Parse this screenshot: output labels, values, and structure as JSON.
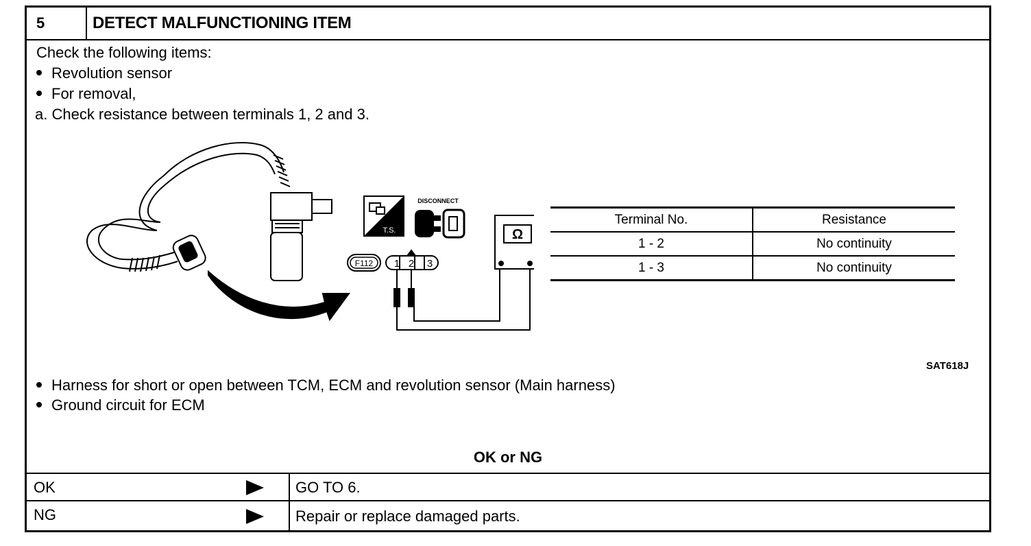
{
  "step": {
    "number": "5",
    "title": "DETECT MALFUNCTIONING ITEM"
  },
  "body": {
    "intro": "Check the following items:",
    "bullet_1": "Revolution sensor",
    "bullet_2": "For removal,",
    "step_a": "a.  Check resistance between terminals 1, 2 and 3.",
    "bullet_3": "Harness for short or open between TCM, ECM and revolution sensor (Main harness)",
    "bullet_4": "Ground circuit for ECM"
  },
  "figure": {
    "code": "SAT618J",
    "ts_label": "T.S.",
    "disconnect_label": "DISCONNECT",
    "connector_id": "F112",
    "terminals": [
      "1",
      "2",
      "3"
    ],
    "meter_symbol": "Ω"
  },
  "resistance_table": {
    "headers": [
      "Terminal No.",
      "Resistance"
    ],
    "rows": [
      [
        "1  -  2",
        "No continuity"
      ],
      [
        "1  -  3",
        "No continuity"
      ]
    ]
  },
  "result": {
    "heading": "OK or NG",
    "rows": [
      {
        "label": "OK",
        "action": "GO TO 6."
      },
      {
        "label": "NG",
        "action": "Repair or replace damaged parts."
      }
    ]
  },
  "icons": [
    "bullet-icon",
    "ts-icon",
    "disconnect-icon",
    "ohmmeter-icon",
    "arrow-right-icon"
  ]
}
